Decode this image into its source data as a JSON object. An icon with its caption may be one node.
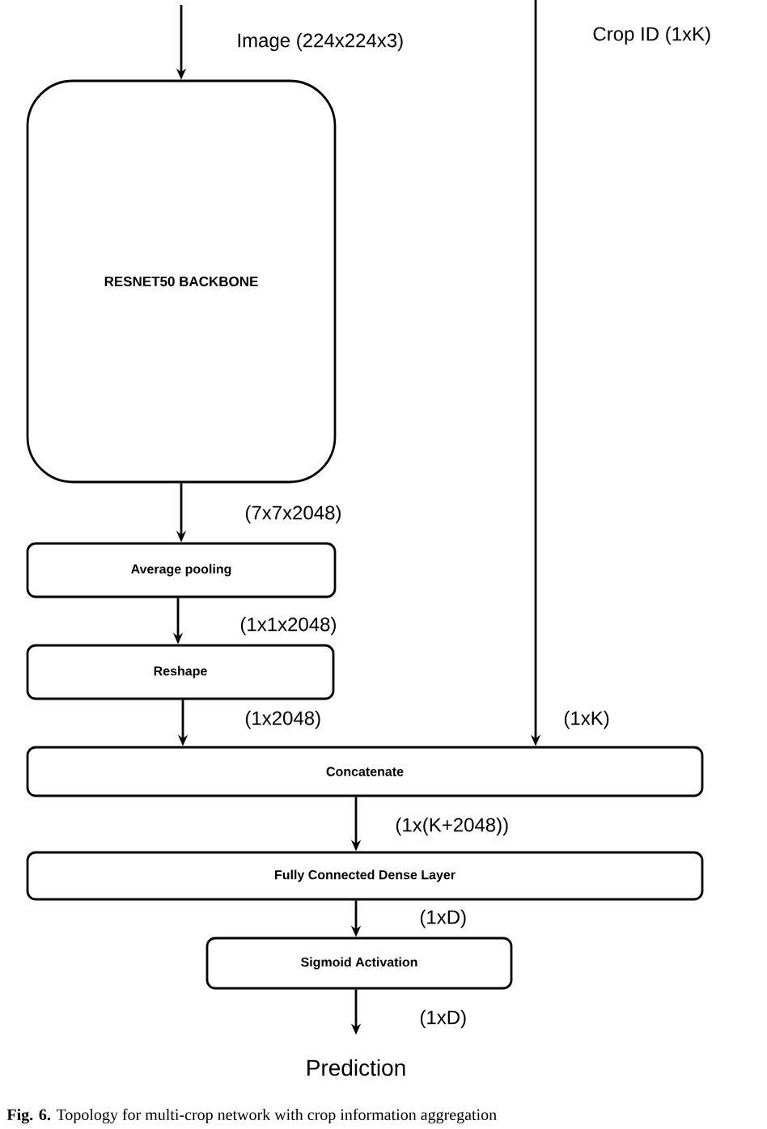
{
  "diagram": {
    "caption": "**Fig. 6.** Topology for multi-crop network with crop information aggregation",
    "nodes": [
      {
        "text": [
          "RESNET50 BACKBONE"
        ]
      },
      {
        "text": [
          "Average pooling"
        ]
      },
      {
        "text": [
          "Reshape"
        ]
      },
      {
        "text": [
          "Concatenate"
        ]
      },
      {
        "text": [
          "Fully Connected Dense Layer"
        ]
      },
      {
        "text": [
          "Sigmoid Activation"
        ]
      },
      {
        "text": [
          "Prediction"
        ]
      }
    ],
    "edges": [
      {
        "from": null,
        "to": 0,
        "arrow": "to",
        "label": "Image (224x224x3)"
      },
      {
        "from": null,
        "to": 3,
        "arrow": "to",
        "label": "Crop ID (1xK)"
      },
      {
        "from": 0,
        "to": 1,
        "arrow": "to",
        "label": "(7x7x2048)"
      },
      {
        "from": 1,
        "to": 2,
        "arrow": "to",
        "label": "(1x1x2048)"
      },
      {
        "from": 2,
        "to": 3,
        "arrow": "to",
        "label": "(1x2048)"
      },
      {
        "from": 3,
        "to": 4,
        "arrow": "to",
        "label": "(1x(K+2048))"
      },
      {
        "from": 4,
        "to": 5,
        "arrow": "to",
        "label": "(1xD)"
      },
      {
        "from": 5,
        "to": 6,
        "arrow": "to",
        "label": "(1xD)"
      }
    ],
    "labels": [
      "(1xK)"
    ]
  }
}
